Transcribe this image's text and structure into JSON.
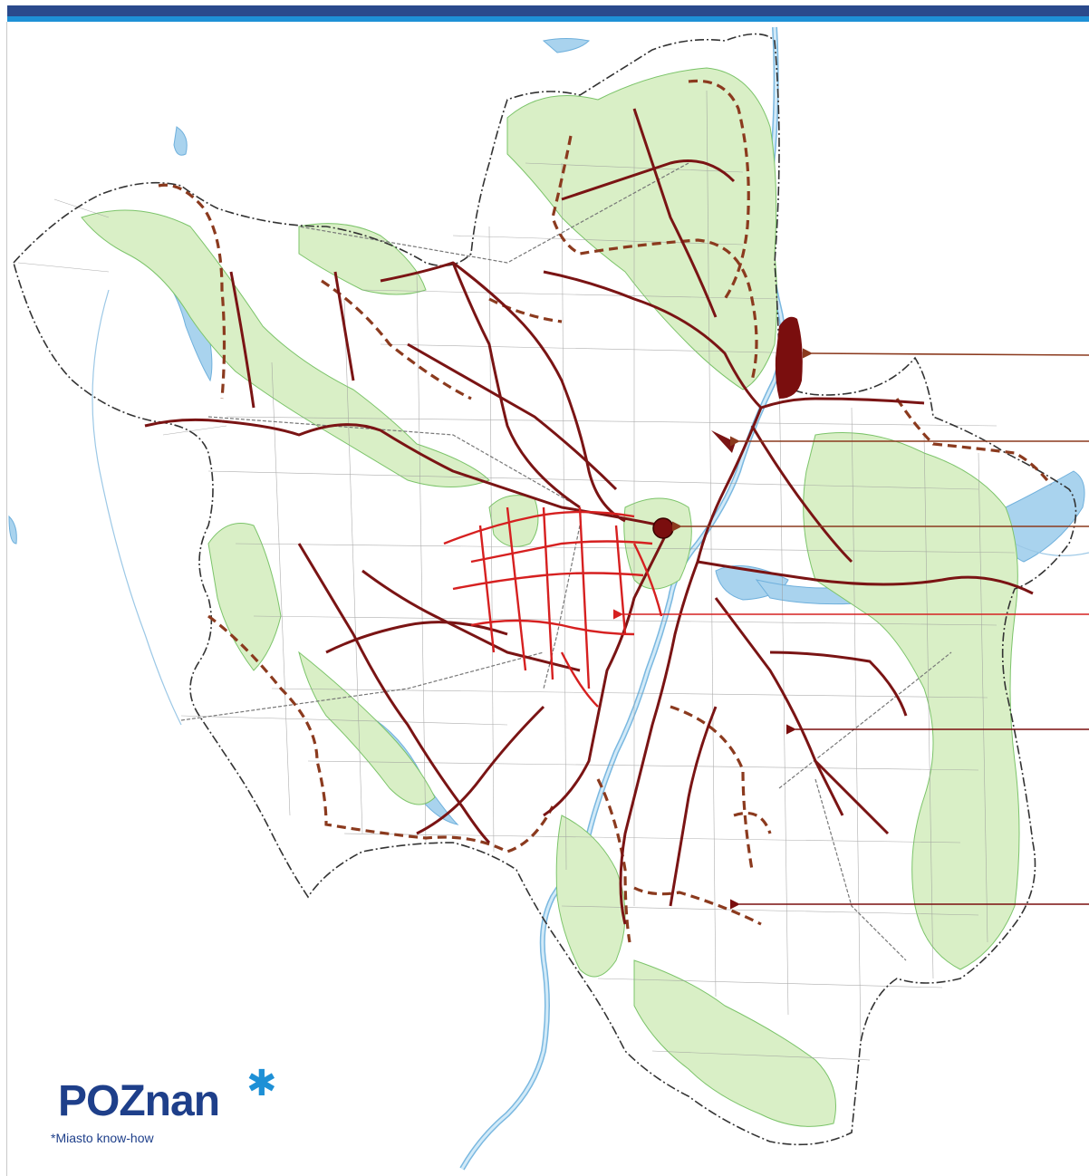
{
  "logo": {
    "word_upper": "POZ",
    "word_lower": "nan",
    "tagline": "*Miasto know-how",
    "brand_color": "#1e3f8a",
    "star_color": "#1e90d6"
  },
  "map": {
    "colors": {
      "water": "#a9d3ee",
      "green": "#d9efc6",
      "green_edge": "#7cc46a",
      "route_main": "#7a1414",
      "route_center": "#d62020",
      "route_planned": "#8b3a1e",
      "boundary": "#333333",
      "streets": "#8a8a8a"
    },
    "callout_arrow_count": 6
  }
}
